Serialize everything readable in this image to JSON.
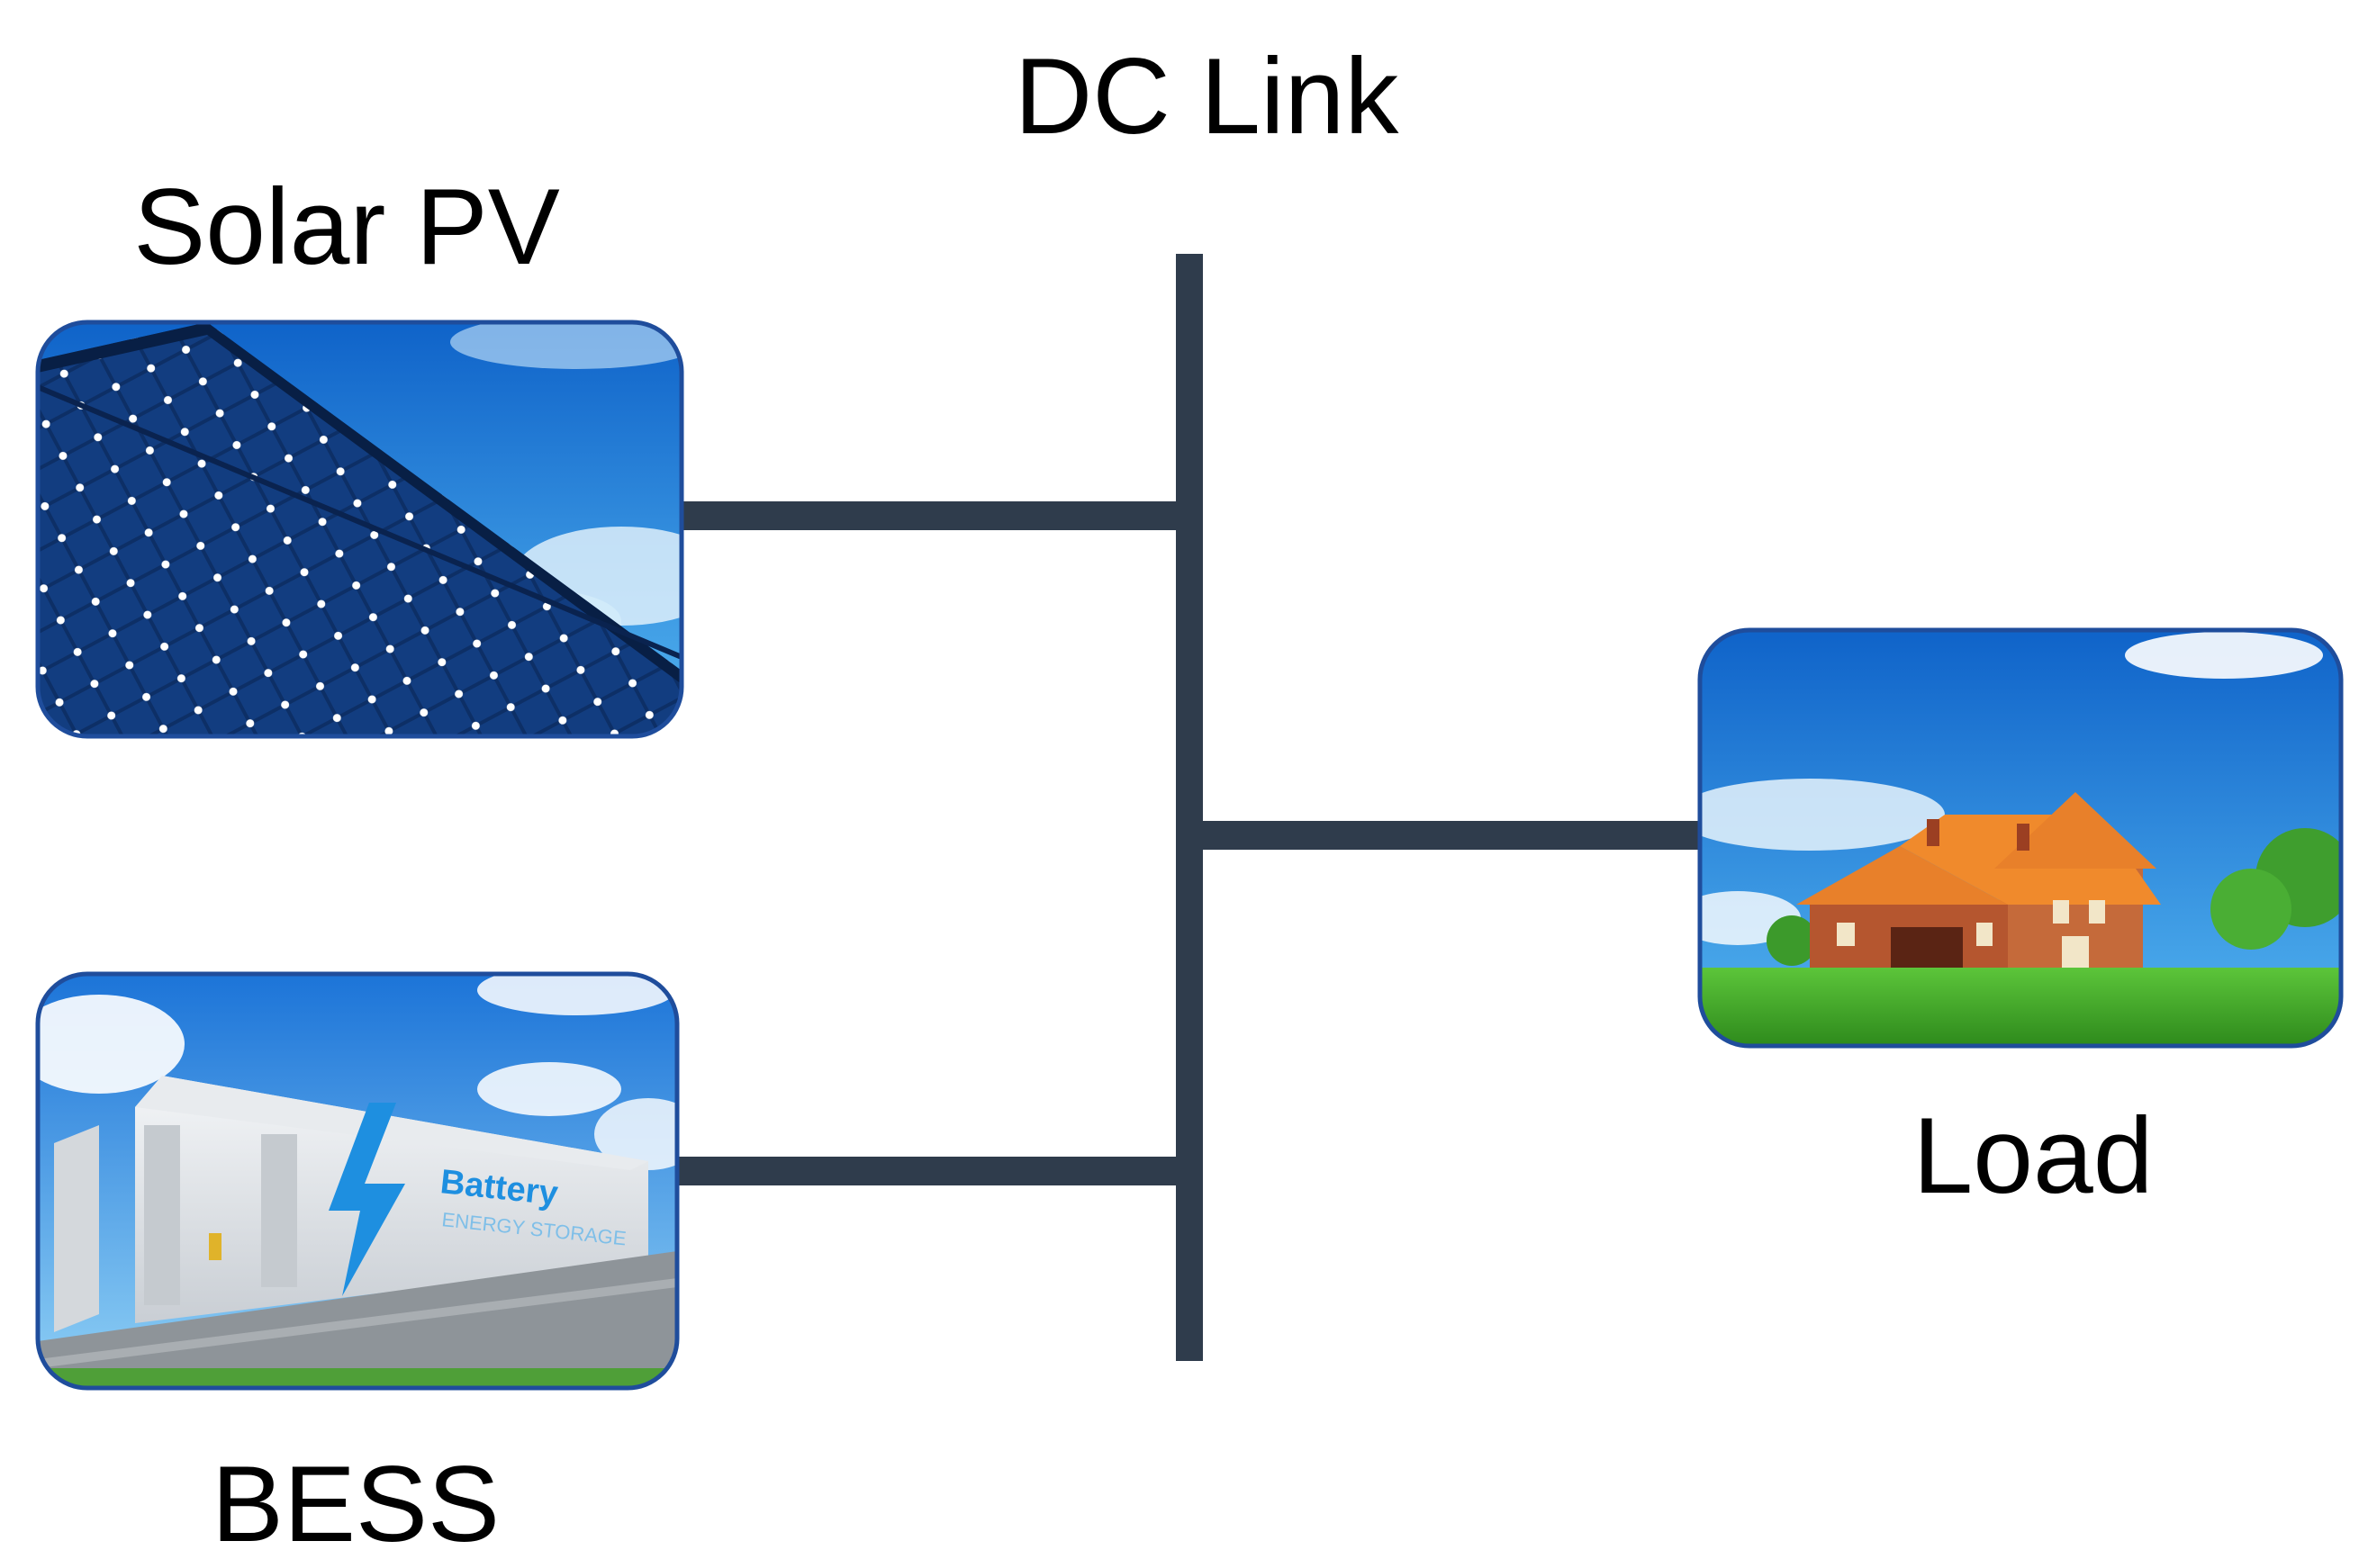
{
  "labels": {
    "dc_link": "DC Link",
    "solar": "Solar PV",
    "bess": "BESS",
    "load": "Load"
  },
  "bess_image_text": {
    "line1": "Battery",
    "line2": "ENERGY STORAGE"
  },
  "colors": {
    "bus": "#2f3c4c",
    "panel_border": "#1f4d9c",
    "sky": "#1e88e5",
    "solar_panel": "#0d2f66",
    "grass": "#3fae2a",
    "roof": "#e8802a",
    "house_wall": "#b5562f",
    "battery_accent": "#1e8fe0"
  }
}
